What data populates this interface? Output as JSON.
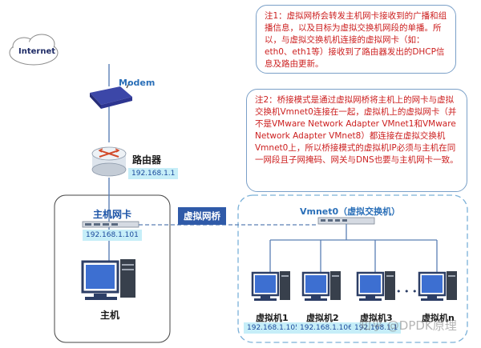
{
  "internet": {
    "label": "Internet"
  },
  "modem": {
    "label": "Modem"
  },
  "router": {
    "label": "路由器",
    "ip": "192.168.1.1"
  },
  "host": {
    "nic_label": "主机网卡",
    "nic_ip": "192.168.1.101",
    "label": "主机"
  },
  "bridge": {
    "label": "虚拟网桥"
  },
  "vswitch": {
    "label": "Vmnet0（虚拟交换机）"
  },
  "vms": [
    {
      "name": "虚拟机1",
      "ip": "192.168.1.105"
    },
    {
      "name": "虚拟机2",
      "ip": "192.168.1.106"
    },
    {
      "name": "虚拟机3",
      "ip": "192.168.1.1"
    },
    {
      "name": "虚拟机n",
      "ip": ""
    }
  ],
  "ellipsis": "• • •",
  "note1": {
    "text": "注1：虚拟网桥会转发主机网卡接收到的广播和组播信息，以及目标为虚拟交换机网段的单播。所以，与虚拟交换机机连接的虚拟网卡（如：eth0、eth1等）接收到了路由器发出的DHCP信息及路由更新。"
  },
  "note2": {
    "text": "注2：桥接模式是通过虚拟网桥将主机上的网卡与虚拟交换机Vmnet0连接在一起，虚拟机上的虚拟网卡（并不是VMware Network Adapter VMnet1和VMware Network Adapter VMnet8）都连接在虚拟交换机Vmnet0上，所以桥接模式的虚拟机IP必须与主机在同一网段且子网掩码、网关与DNS也要与主机网卡一致。"
  },
  "watermark": "知乎 @DPDK原理",
  "colors": {
    "line": "#5a7fb5",
    "note_text": "#cc1f1f",
    "ip_bg": "#c6eef8",
    "tab_bg": "#2f5aa8",
    "label_blue": "#1f56a8"
  }
}
